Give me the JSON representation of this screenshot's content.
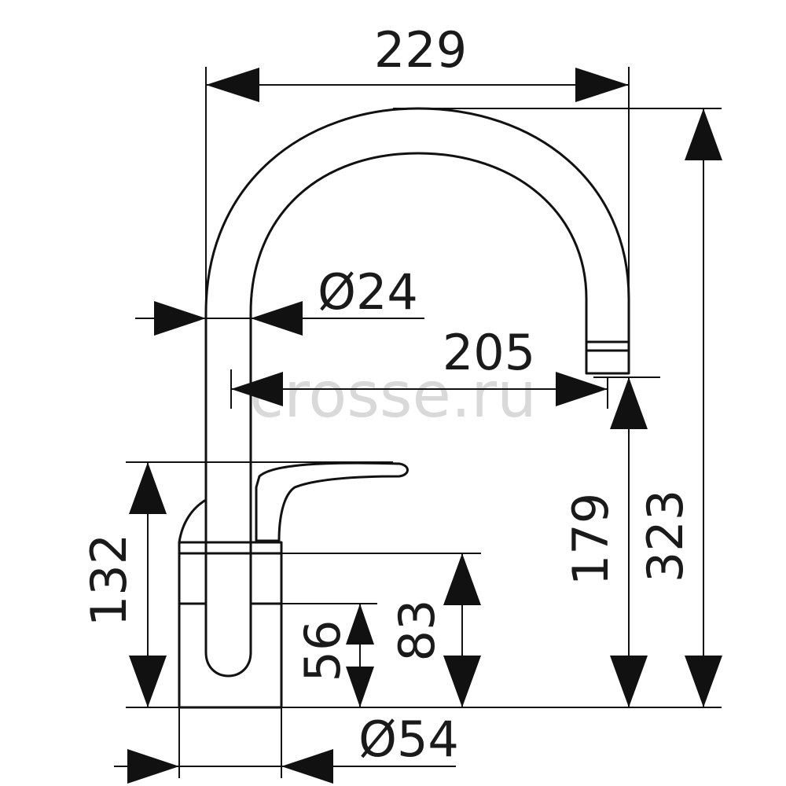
{
  "dimensions": {
    "overall_width": "229",
    "reach": "205",
    "overall_height": "323",
    "spout_height": "179",
    "handle_height": "132",
    "body_height": "83",
    "inner_height": "56",
    "spout_diameter": "Ø24",
    "base_diameter": "Ø54"
  },
  "watermark": "crosse.ru",
  "colors": {
    "line": "#111111",
    "watermark": "#d9d9d9"
  }
}
